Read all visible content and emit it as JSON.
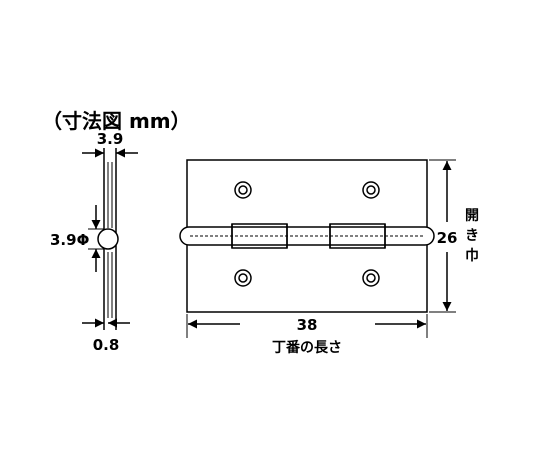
{
  "title": "（寸法図 mm）",
  "side_view": {
    "top_dim": "3.9",
    "pin_dim": "3.9Φ",
    "bottom_dim": "0.8"
  },
  "front_view": {
    "length_value": "38",
    "length_label": "丁番の長さ",
    "width_value": "26",
    "width_label": [
      "開",
      "き",
      "巾"
    ]
  },
  "colors": {
    "ink": "#000000",
    "background": "#ffffff"
  }
}
